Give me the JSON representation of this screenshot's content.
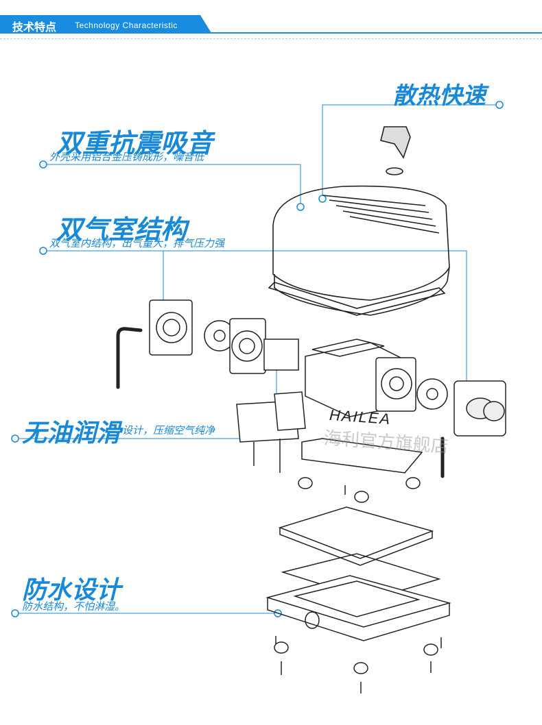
{
  "header": {
    "title_cn": "技术特点",
    "title_en": "Technology Characteristic"
  },
  "features": [
    {
      "title": "散热快速",
      "subtitle": ""
    },
    {
      "title": "双重抗震吸音",
      "subtitle": "外壳采用铝合金压铸成形，噪音低"
    },
    {
      "title": "双气室结构",
      "subtitle": "双气室内结构，出气量大，排气压力强"
    },
    {
      "title": "无油润滑",
      "subtitle": "设计，压缩空气纯净"
    },
    {
      "title": "防水设计",
      "subtitle": "防水结构，不怕淋湿。"
    }
  ],
  "diagram": {
    "brand": "HAILEA",
    "watermark": "海利官方旗舰店"
  },
  "colors": {
    "accent": "#1888d8",
    "header": "#1a8ce0"
  }
}
